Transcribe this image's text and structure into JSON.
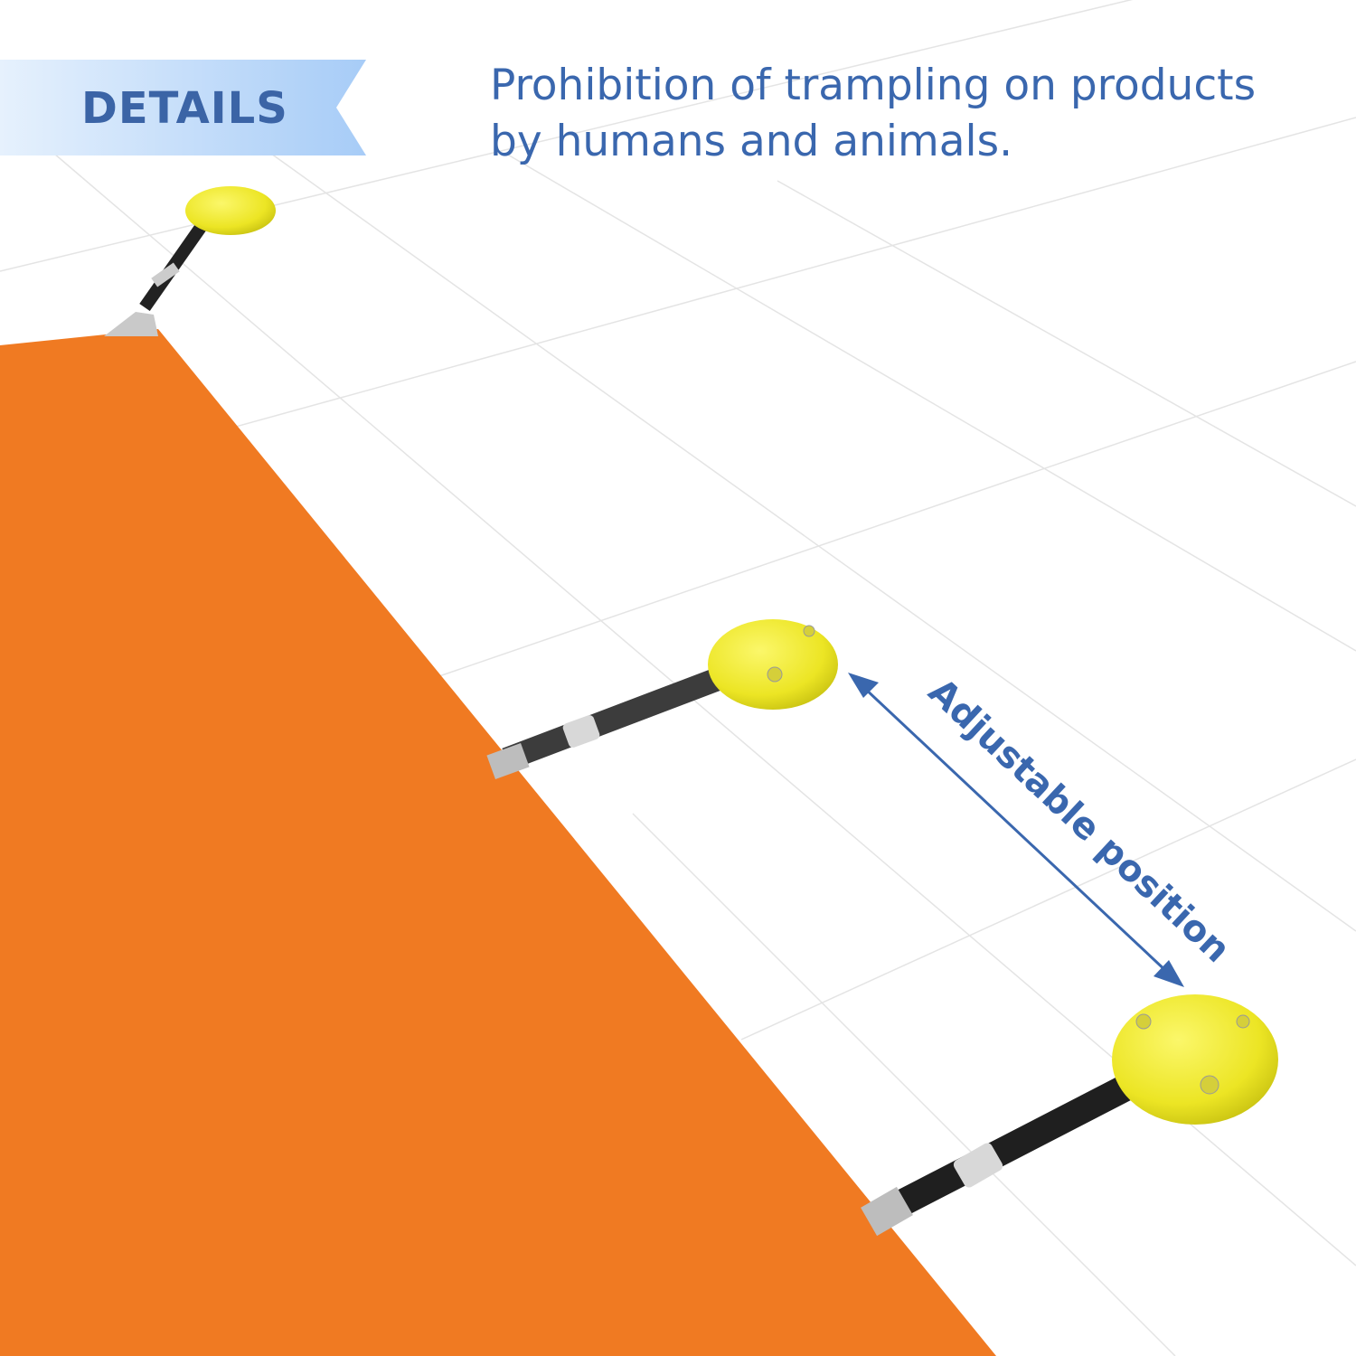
{
  "banner": {
    "label": "DETAILS"
  },
  "headline": {
    "line1": "Prohibition of trampling on products",
    "line2": "by humans and animals."
  },
  "annotation": {
    "label": "Adjustable position"
  },
  "colors": {
    "accent": "#3a67ae",
    "tarp": "#f07a22",
    "anchor": "#efe92c",
    "strap": "#2a2a2a"
  }
}
